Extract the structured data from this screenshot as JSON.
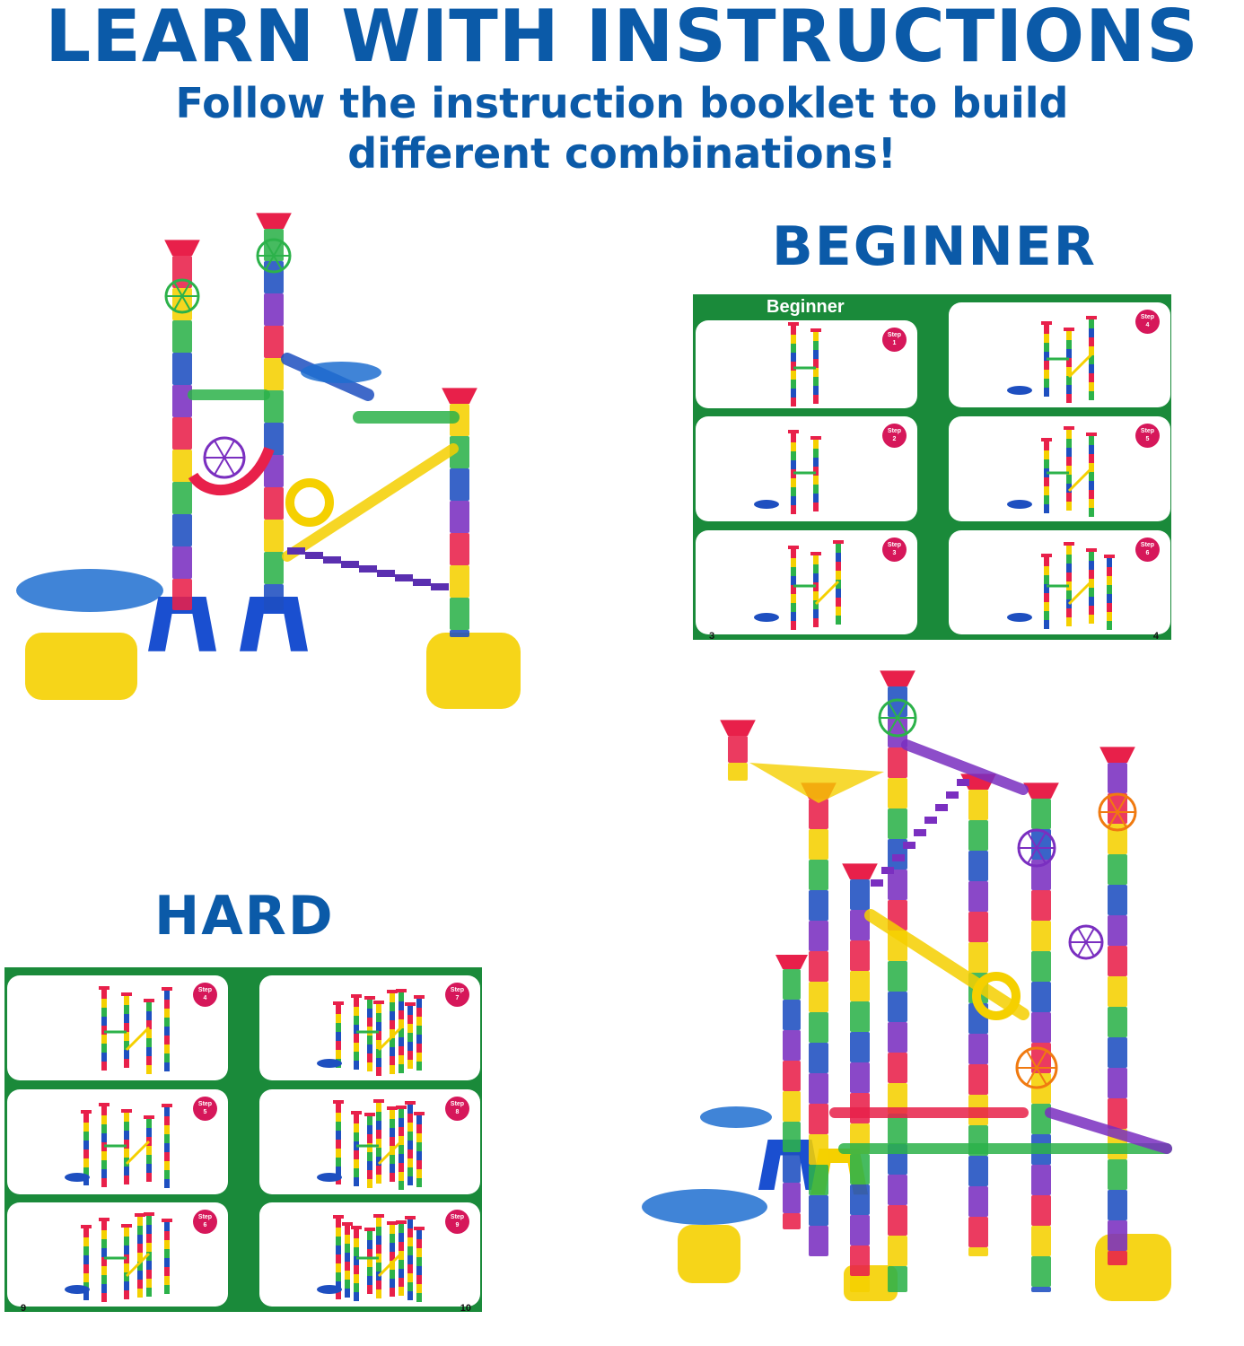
{
  "header": {
    "title": "LEARN WITH INSTRUCTIONS",
    "subtitle_line1": "Follow the instruction booklet to build",
    "subtitle_line2": "different combinations!"
  },
  "beginner": {
    "heading": "BEGINNER",
    "booklet_title": "Beginner",
    "page_left": "3",
    "page_right": "4",
    "steps": [
      {
        "label": "Step",
        "num": "1"
      },
      {
        "label": "Step",
        "num": "2"
      },
      {
        "label": "Step",
        "num": "3"
      },
      {
        "label": "Step",
        "num": "4"
      },
      {
        "label": "Step",
        "num": "5"
      },
      {
        "label": "Step",
        "num": "6"
      }
    ]
  },
  "hard": {
    "heading": "HARD",
    "page_left": "9",
    "page_right": "10",
    "steps": [
      {
        "label": "Step",
        "num": "4"
      },
      {
        "label": "Step",
        "num": "5"
      },
      {
        "label": "Step",
        "num": "6"
      },
      {
        "label": "Step",
        "num": "7"
      },
      {
        "label": "Step",
        "num": "8"
      },
      {
        "label": "Step",
        "num": "9"
      }
    ]
  },
  "colors": {
    "brand_blue": "#0b5aa8",
    "booklet_green": "#1a8a3a",
    "step_badge": "#d6175a"
  }
}
